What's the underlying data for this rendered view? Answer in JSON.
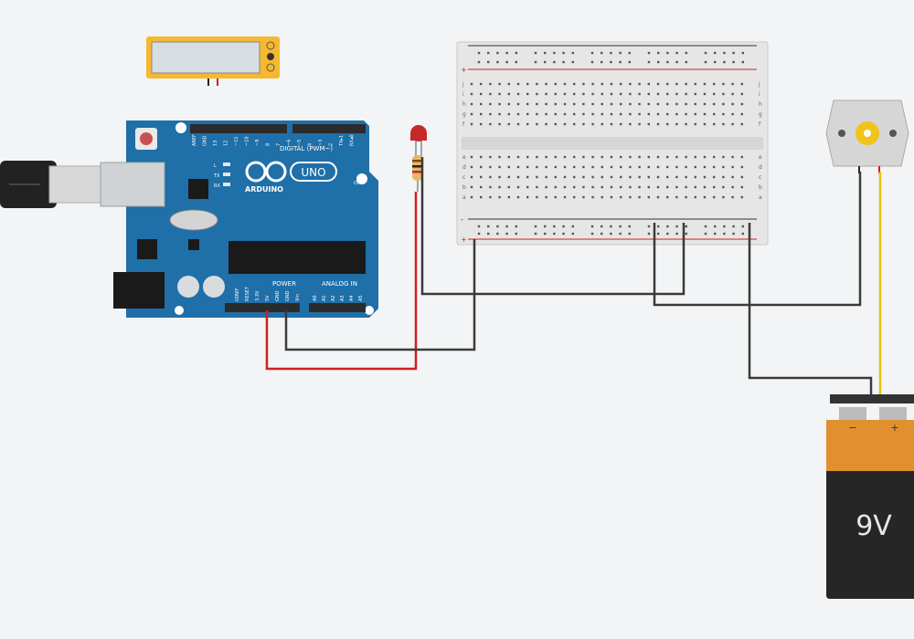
{
  "board": {
    "brand": "ARDUINO",
    "model": "UNO",
    "digital_label": "DIGITAL (PWM~)",
    "power_label": "POWER",
    "analog_label": "ANALOG IN",
    "on_label": "ON",
    "led_labels": [
      "L",
      "TX",
      "RX"
    ],
    "digital_pins": [
      "AREF",
      "GND",
      "13",
      "12",
      "~11",
      "~10",
      "~9",
      "8",
      "7",
      "~6",
      "~5",
      "4",
      "~3",
      "2",
      "TX▸1",
      "RX◂0"
    ],
    "power_pins": [
      "IOREF",
      "RESET",
      "3.3V",
      "5V",
      "GND",
      "GND",
      "Vin"
    ],
    "analog_pins": [
      "A0",
      "A1",
      "A2",
      "A3",
      "A4",
      "A5"
    ]
  },
  "breadboard": {
    "row_letters_top": [
      "j",
      "i",
      "h",
      "g",
      "f"
    ],
    "row_letters_bottom": [
      "e",
      "d",
      "c",
      "b",
      "a"
    ],
    "rail_plus": "+",
    "rail_minus": "-"
  },
  "battery": {
    "label": "9V",
    "minus": "−",
    "plus": "+"
  },
  "colors": {
    "board": "#1f6fa8",
    "wire_red": "#d11f1f",
    "wire_black": "#3a3a3a",
    "wire_yellow": "#e8c400",
    "battery_top": "#e0902e",
    "battery_body": "#262626",
    "multimeter": "#f5b82e"
  }
}
